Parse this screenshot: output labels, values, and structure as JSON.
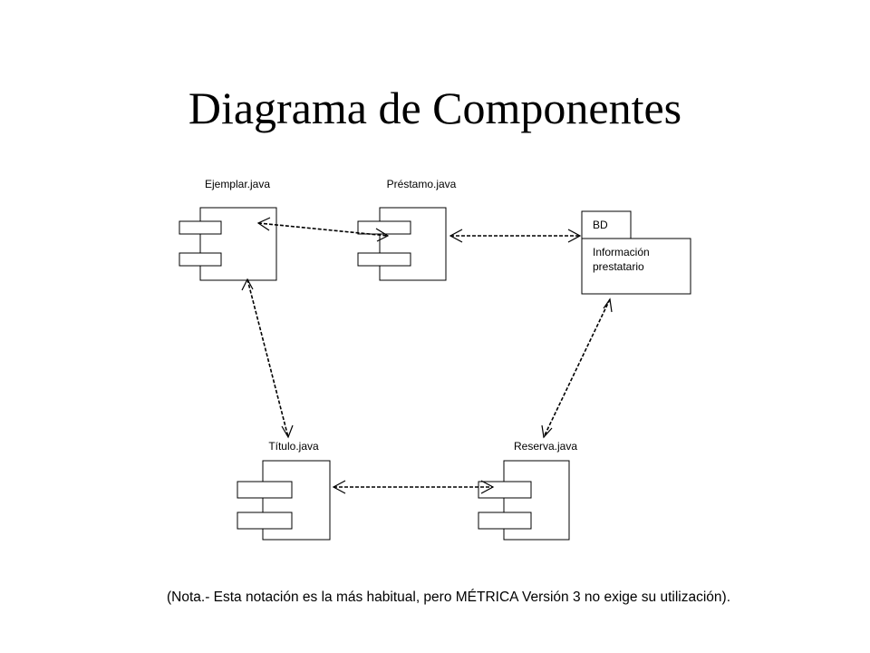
{
  "title": "Diagrama de Componentes",
  "components": {
    "ejemplar": "Ejemplar.java",
    "prestamo": "Préstamo.java",
    "titulo": "Título.java",
    "reserva": "Reserva.java"
  },
  "package": {
    "tab": "BD",
    "lines": [
      "Información",
      "prestatario"
    ]
  },
  "note": "(Nota.- Esta notación es la más habitual, pero MÉTRICA Versión 3 no exige su utilización)."
}
